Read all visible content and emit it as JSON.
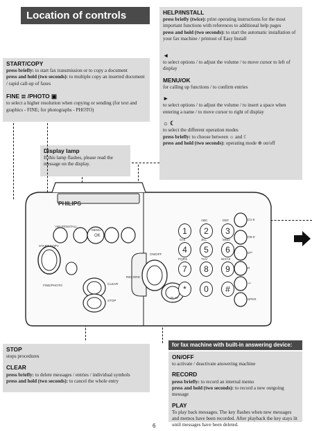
{
  "title": "Location of controls",
  "page_number": "6",
  "brand": "PHILIPS",
  "help_install": {
    "heading": "HELP/INSTALL",
    "l1a": "press briefly (twice):",
    "l1b": " print operating instructions for the most important functions with references to additional help pages",
    "l2a": "press and hold (two seconds):",
    "l2b": " to start the automatic installation of your fax machine / printout of Easy Install"
  },
  "left_arrow": {
    "symbol": "◄",
    "text": "to select options / to adjust the volume / to move cursor to left of display"
  },
  "menu_ok": {
    "heading": "MENU/OK",
    "text": "for calling up functions / to confirm entries"
  },
  "right_arrow": {
    "symbol": "►",
    "text": "to select options / to adjust the volume / to insert a space when entering a name / to move cursor to right of display"
  },
  "mode": {
    "symbol": "☼ ☾",
    "text": "to select the different operation modes",
    "l2a": "press briefly:",
    "l2b": " to choose between ☼ and ☾",
    "l3a": "press and hold (two seconds):",
    "l3b": " operating mode ⊕ on/off"
  },
  "start_copy": {
    "heading": "START/COPY",
    "l1a": "press briefly:",
    "l1b": " to start fax transmission or to copy a document",
    "l2a": "press and hold (two seconds):",
    "l2b": " to multiple copy an inserted document / rapid call-up of faxes"
  },
  "fine_photo": {
    "heading": "FINE ≣ /PHOTO ▣",
    "text": "to select a higher resolution when copying or sending (for text and graphics - FINE; for photographs - PHOTO)"
  },
  "display_lamp": {
    "heading": "Display lamp",
    "text": "If this lamp flashes, please read the message on the display."
  },
  "answering": {
    "banner": "for fax machine with built-in answering device:",
    "onoff_heading": "ON/OFF",
    "onoff_text": "to activate / deactivate answering machine",
    "record_heading": "RECORD",
    "record_l1a": "press briefly:",
    "record_l1b": " to record an internal memo",
    "record_l2a": "press and hold (two seconds):",
    "record_l2b": " to record a new outgoing message",
    "play_heading": "PLAY",
    "play_text": "To play back messages. The key flashes when new messages and memos have been recorded. After playback the key stays lit until messages have been deleted."
  },
  "stop": {
    "heading": "STOP",
    "text": "stops procedures"
  },
  "clear": {
    "heading": "CLEAR",
    "l1a": "press briefly:",
    "l1b": " to delete messages / entries / individual symbols",
    "l2a": "press and hold (two seconds):",
    "l2b": " to cancel the whole entry"
  },
  "device_labels": {
    "help_install": "HELP/INSTALL",
    "menu": "MENU",
    "ok": "OK",
    "start_copy": "START COPY",
    "fine_photo": "FINE/PHOTO",
    "clear": "CLEAR",
    "stop": "STOP",
    "on_off": "ON/OFF",
    "record": "RECORD",
    "play": "PLAY",
    "keys": [
      "1",
      "2",
      "3",
      "4",
      "5",
      "6",
      "7",
      "8",
      "9",
      "*",
      "0",
      "#"
    ],
    "key_letters": [
      "ABC",
      "DEF",
      "GHI",
      "JKL",
      "MNO",
      "PQRS",
      "TUV",
      "WXYZ"
    ],
    "side_labels": [
      "⊡1-5",
      "⊡6-Z",
      "0/¹⁰",
      "R",
      "+/-",
      "SPKR"
    ]
  }
}
